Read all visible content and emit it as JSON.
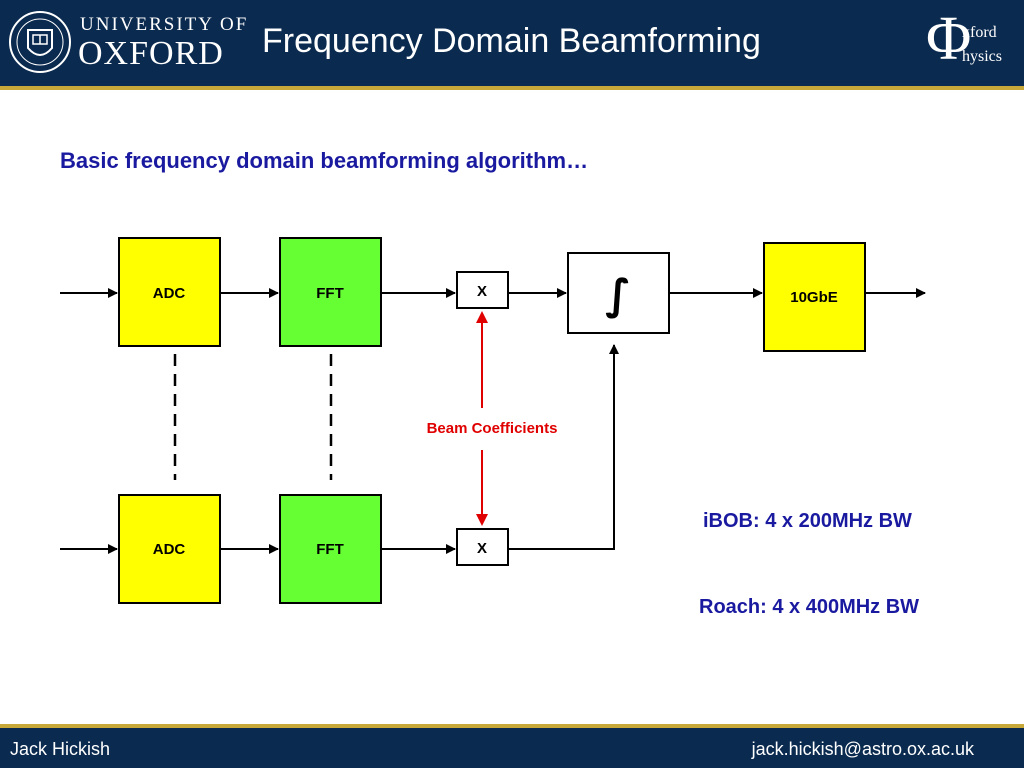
{
  "header": {
    "university_line": "UNIVERSITY OF",
    "oxford_line": "OXFORD",
    "title": "Frequency Domain Beamforming",
    "physics_logo": {
      "symbol": "Φ",
      "line1": "xford",
      "line2": "hysics"
    }
  },
  "subtitle": "Basic frequency domain beamforming algorithm…",
  "diagram": {
    "adc_label": "ADC",
    "fft_label": "FFT",
    "multiply_label": "X",
    "integrator_label": "∫",
    "output_label": "10GbE",
    "coefficients_label": "Beam Coefficients"
  },
  "notes": {
    "ibob": "iBOB: 4 x 200MHz BW",
    "roach": "Roach: 4 x 400MHz BW"
  },
  "footer": {
    "author": "Jack Hickish",
    "email": "jack.hickish@astro.ox.ac.uk"
  },
  "colors": {
    "header_bg": "#0b2a4f",
    "gold_rule": "#c9a83a",
    "adc_fill": "#ffff00",
    "fft_fill": "#66ff33",
    "text_blue": "#1a1aa0",
    "coeff_red": "#e00000"
  }
}
